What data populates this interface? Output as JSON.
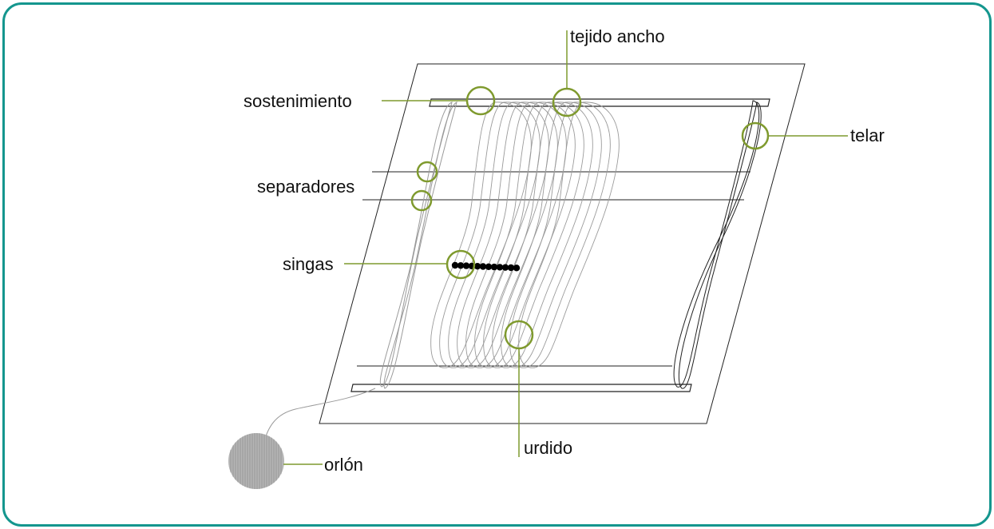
{
  "labels": {
    "tejido_ancho": "tejido ancho",
    "sostenimiento": "sostenimiento",
    "telar": "telar",
    "separadores": "separadores",
    "singas": "singas",
    "urdido": "urdido",
    "orlon": "orlón"
  },
  "colors": {
    "frame_border": "#14968e",
    "callout": "#7f9a2e",
    "loom_line": "#222222",
    "warp_thread": "#9a9a9a",
    "bead": "#000000",
    "yarn_ball": "#a8a8a8"
  },
  "icons": {
    "yarn_ball": "yarn-ball-icon"
  }
}
